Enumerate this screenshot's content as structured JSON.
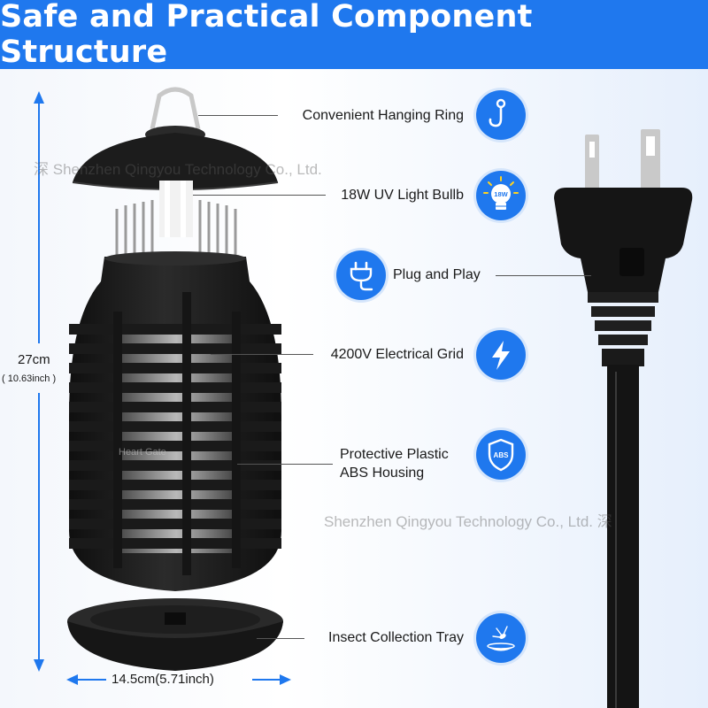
{
  "title": "Safe and Practical Component Structure",
  "components": [
    {
      "label": "Convenient Hanging Ring",
      "icon": "hook-icon"
    },
    {
      "label": "18W UV Light Bullb",
      "icon": "bulb-icon",
      "badge": "18W"
    },
    {
      "label": "Plug and Play",
      "icon": "plug-icon"
    },
    {
      "label": "4200V Electrical Grid",
      "icon": "lightning-icon"
    },
    {
      "label_line1": "Protective Plastic",
      "label_line2": "ABS Housing",
      "icon": "shield-icon",
      "badge": "ABS"
    },
    {
      "label": "Insect Collection Tray",
      "icon": "bug-tray-icon"
    }
  ],
  "dimensions": {
    "height_cm": "27cm",
    "height_in": "( 10.63inch )",
    "width": "14.5cm(5.71inch)"
  },
  "product_mark": "Heart Gate",
  "watermarks": {
    "top": "Shenzhen Qingyou Technology Co., Ltd.",
    "top_prefix": "深",
    "bottom": "Shenzhen Qingyou Technology Co., Ltd.",
    "bottom_suffix": "深"
  },
  "colors": {
    "accent": "#1f78ee",
    "device": "#1b1b1b"
  }
}
